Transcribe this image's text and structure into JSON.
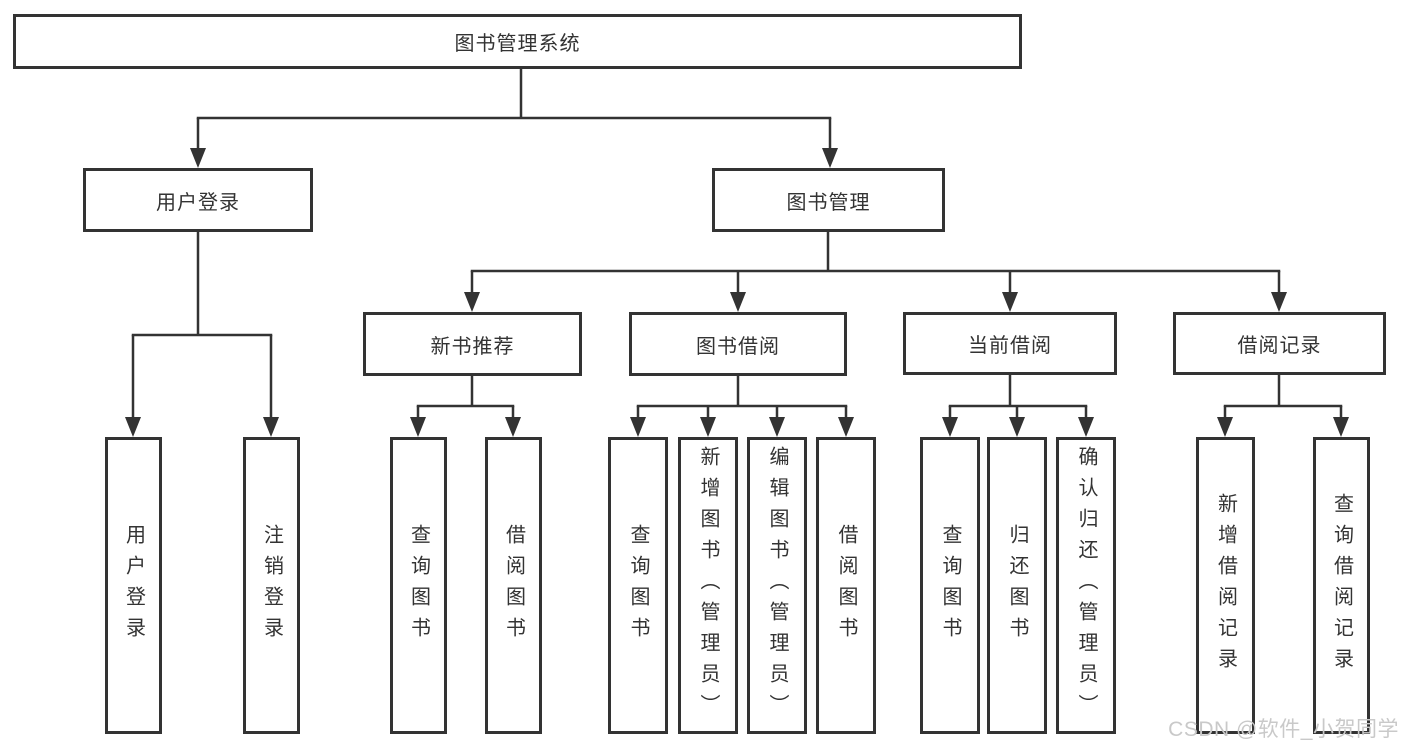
{
  "diagram": {
    "type": "tree-structure-chart",
    "line_color": "#333333",
    "text_color": "#333333",
    "background_color": "#ffffff"
  },
  "nodes": [
    {
      "id": "root",
      "label": "图书管理系统",
      "level": 1,
      "parent": null
    },
    {
      "id": "user-login",
      "label": "用户登录",
      "level": 2,
      "parent": "root"
    },
    {
      "id": "book-mgmt",
      "label": "图书管理",
      "level": 2,
      "parent": "root"
    },
    {
      "id": "new-book-rec",
      "label": "新书推荐",
      "level": 3,
      "parent": "book-mgmt"
    },
    {
      "id": "book-borrow",
      "label": "图书借阅",
      "level": 3,
      "parent": "book-mgmt"
    },
    {
      "id": "current-borrow",
      "label": "当前借阅",
      "level": 3,
      "parent": "book-mgmt"
    },
    {
      "id": "borrow-records",
      "label": "借阅记录",
      "level": 3,
      "parent": "book-mgmt"
    },
    {
      "id": "leaf-user-login",
      "label": "用户登录",
      "level": 4,
      "parent": "user-login"
    },
    {
      "id": "leaf-logout",
      "label": "注销登录",
      "level": 4,
      "parent": "user-login"
    },
    {
      "id": "leaf-query-book-1",
      "label": "查询图书",
      "level": 4,
      "parent": "new-book-rec"
    },
    {
      "id": "leaf-borrow-book-1",
      "label": "借阅图书",
      "level": 4,
      "parent": "new-book-rec"
    },
    {
      "id": "leaf-query-book-2",
      "label": "查询图书",
      "level": 4,
      "parent": "book-borrow"
    },
    {
      "id": "leaf-add-book",
      "label": "新增图书（管理员）",
      "level": 4,
      "parent": "book-borrow"
    },
    {
      "id": "leaf-edit-book",
      "label": "编辑图书（管理员）",
      "level": 4,
      "parent": "book-borrow"
    },
    {
      "id": "leaf-borrow-book-2",
      "label": "借阅图书",
      "level": 4,
      "parent": "book-borrow"
    },
    {
      "id": "leaf-query-book-3",
      "label": "查询图书",
      "level": 4,
      "parent": "current-borrow"
    },
    {
      "id": "leaf-return-book",
      "label": "归还图书",
      "level": 4,
      "parent": "current-borrow"
    },
    {
      "id": "leaf-confirm-return",
      "label": "确认归还（管理员）",
      "level": 4,
      "parent": "current-borrow"
    },
    {
      "id": "leaf-add-borrow-record",
      "label": "新增借阅记录",
      "level": 4,
      "parent": "borrow-records"
    },
    {
      "id": "leaf-query-borrow-record",
      "label": "查询借阅记录",
      "level": 4,
      "parent": "borrow-records"
    }
  ],
  "watermark": {
    "text": "CSDN @软件_小贺同学",
    "color": "#c9c9c9"
  }
}
